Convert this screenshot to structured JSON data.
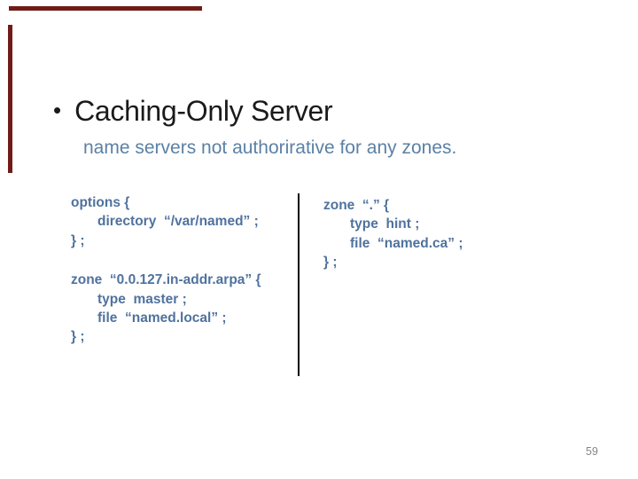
{
  "slide": {
    "title": {
      "bullet": "•",
      "text": "Caching-Only Server"
    },
    "subtitle": "name servers not authorirative for any zones.",
    "code": {
      "left": {
        "options_block": [
          "options {",
          "directory  “/var/named” ;",
          "} ;"
        ],
        "zone_block": [
          "zone  “0.0.127.in-addr.arpa” {",
          "type  master ;",
          "file  “named.local” ;",
          "} ;"
        ]
      },
      "right": {
        "zone_block": [
          "zone  “.” {",
          "type  hint ;",
          "file  “named.ca” ;",
          "} ;"
        ]
      }
    },
    "page_number": "59",
    "colors": {
      "accent_bar": "#701b17",
      "title_text": "#1a1a1a",
      "subtitle_text": "#5b81a5",
      "code_text": "#4f729e",
      "divider": "#000000",
      "page_number_text": "#878787"
    }
  }
}
